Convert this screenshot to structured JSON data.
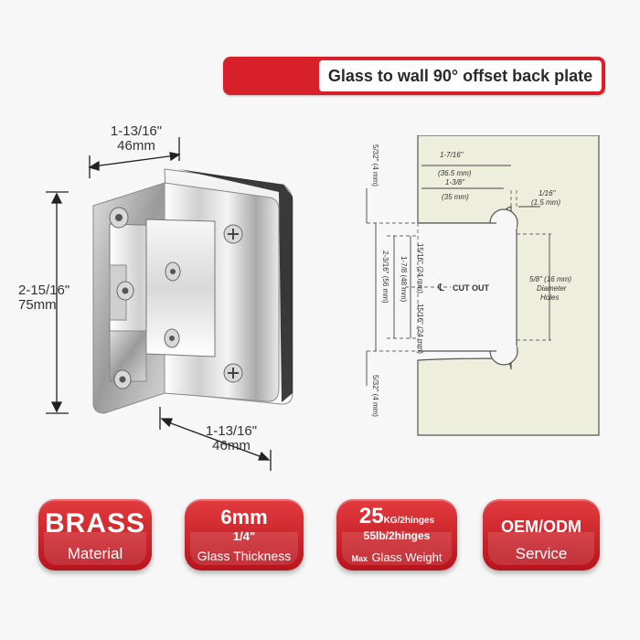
{
  "title": "Glass to wall 90° offset back plate",
  "product_dimensions": {
    "top_width": {
      "inch": "1-13/16\"",
      "mm": "46mm"
    },
    "height": {
      "inch": "2-15/16\"",
      "mm": "75mm"
    },
    "bottom_width": {
      "inch": "1-13/16\"",
      "mm": "46mm"
    }
  },
  "cutout_diagram": {
    "dim_top_left_vertical": "5/32\" (4 mm)",
    "dim_bottom_left_vertical": "5/32\" (4 mm)",
    "dim_overall_height": "2-3/16\" (56 mm)",
    "dim_center_height": "1-7/8 (48 mm)",
    "dim_upper_half": "15/16\" (24 mm)",
    "dim_lower_half": "15/16\" (24 mm)",
    "dim_depth_outer_inch": "1-7/16\"",
    "dim_depth_outer_mm": "(36.5 mm)",
    "dim_depth_inner_inch": "1-3/8\"",
    "dim_depth_inner_mm": "(35 mm)",
    "dim_offset_inch": "1/16\"",
    "dim_offset_mm": "(1.5 mm)",
    "centerline_symbol": "℄",
    "cutout_label": "CUT OUT",
    "hole_dim": "5/8\" (16 mm)",
    "hole_label_1": "Diameter",
    "hole_label_2": "Holes"
  },
  "badges": [
    {
      "big": "BRASS",
      "small": "Material"
    },
    {
      "big": "6mm",
      "mid": "1/4\"",
      "small": "Glass Thickness"
    },
    {
      "big": "25",
      "big_suffix": "KG/2hinges",
      "mid": "55lb/2hinges",
      "small_prefix": "Max",
      "small": "Glass Weight"
    },
    {
      "big": "OEM/ODM",
      "small": "Service"
    }
  ],
  "colors": {
    "accent": "#d7202a",
    "diagram_bg": "#eeeedd",
    "badge_dark": "#b8141d"
  }
}
